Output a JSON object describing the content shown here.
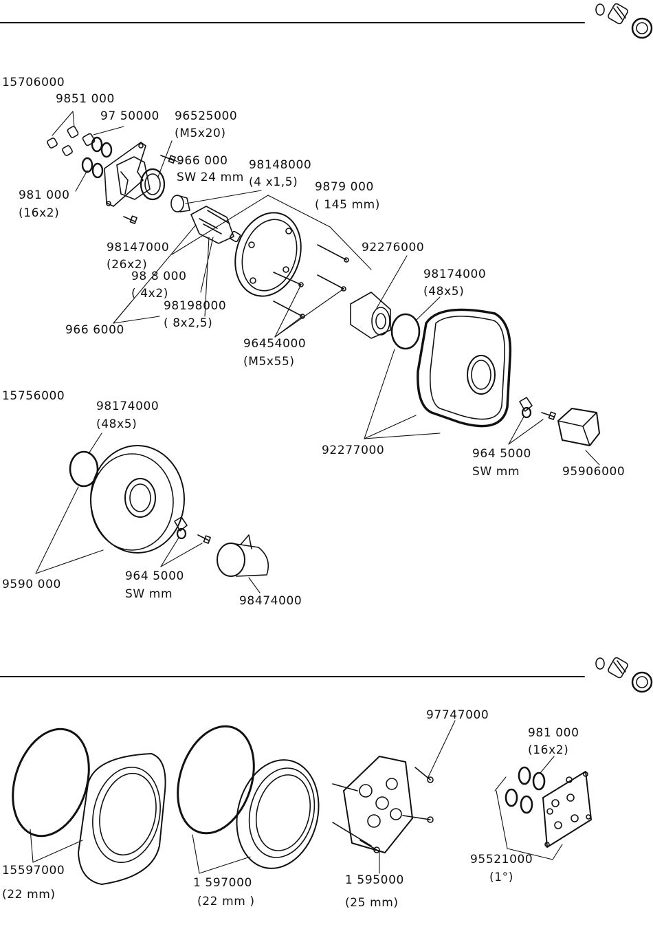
{
  "sections": [
    {
      "labels": {
        "l1": "15706000",
        "l2": "9851  000",
        "l3": "97  50000",
        "l4": "96525000",
        "l5": "(M5x20)",
        "l6": "966    000",
        "l7": "SW 24 mm",
        "l8": "98148000",
        "l9": "(4  x1,5)",
        "l10": "9879  000",
        "l11": "(    145 mm)",
        "l12": "981    000",
        "l13": "(16x2)",
        "l14": "98147000",
        "l15": "(26x2)",
        "l16": "98  8  000",
        "l17": "(  4x2)",
        "l18": "98198000",
        "l19": "(  8x2,5)",
        "l20": "966  6000",
        "l21": "92276000",
        "l22": "98174000",
        "l23": "(48x5)",
        "l24": "96454000",
        "l25": "(M5x55)",
        "l26": "15756000",
        "l27": "98174000",
        "l28": "(48x5)",
        "l29": "92277000",
        "l30": "964  5000",
        "l31": "SW     mm",
        "l32": "95906000",
        "l33": "9590  000",
        "l34": "964  5000",
        "l35": "SW     mm",
        "l36": "98474000"
      }
    },
    {
      "labels": {
        "m1": "97747000",
        "m2": "981    000",
        "m3": "(16x2)",
        "m4": "15597000",
        "m5": "(22 mm)",
        "m6": "1  597000",
        "m7": "(22 mm )",
        "m8": "1  595000",
        "m9": "(25 mm)",
        "m10": "95521000",
        "m11": "(1°)"
      }
    }
  ]
}
